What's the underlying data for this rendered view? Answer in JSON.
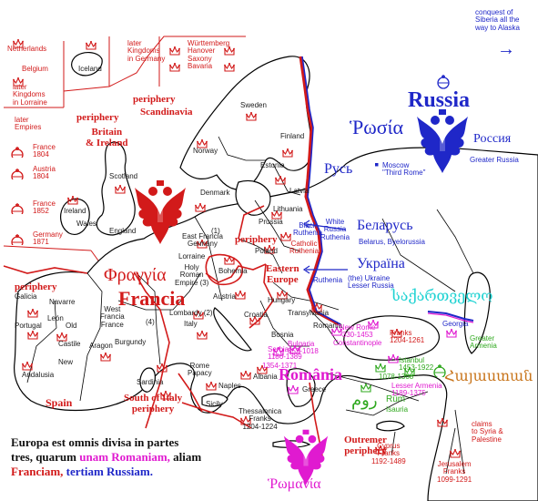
{
  "colors": {
    "francia": "#d21a1a",
    "russia": "#1f27c8",
    "romania": "#e01ad0",
    "islam": "#2fa81e",
    "armenia": "#c8741a",
    "georgia": "#1ed2d2",
    "border": "#000000",
    "region_border": "#d21a1a"
  },
  "top_right_note": {
    "line1": "conquest of",
    "line2": "Siberia all the",
    "line3": "way to Alaska",
    "arrow": "→"
  },
  "west_list": {
    "netherlands": [
      "Netherlands",
      "Belgium"
    ],
    "later_kingdoms_lorraine": [
      "later",
      "Kingdoms",
      "in Lorraine"
    ],
    "later_empires": [
      "later",
      "Empires"
    ],
    "france_1804": [
      "France",
      "1804"
    ],
    "austria_1804": [
      "Austria",
      "1804"
    ],
    "france_1852": [
      "France",
      "1852"
    ],
    "germany_1871": [
      "Germany",
      "1871"
    ]
  },
  "germany_box": {
    "left": [
      "later",
      "Kingdoms",
      "in Germany"
    ],
    "right": [
      "Württemberg",
      "Hanover",
      "Saxony",
      "Bavaria"
    ]
  },
  "countries": {
    "iceland": "Iceland",
    "sweden": "Sweden",
    "finland": "Finland",
    "norway": "Norway",
    "estonia": "Estonia",
    "latvia": "Latvia",
    "lithuania": "Lithuania",
    "prussia": "Prussia",
    "denmark": "Denmark",
    "scotland": "Scotland",
    "ireland": "Ireland",
    "wales": "Wales",
    "england": "England",
    "lorraine": "Lorraine",
    "east_francia": [
      "East Francia",
      "Germany"
    ],
    "east_francia_num": "(1)",
    "poland": "Poland",
    "bohemia": "Bohemia",
    "holy_roman": [
      "Holy",
      "Roman",
      "Empire (3)"
    ],
    "austria": "Austria",
    "hungary": "Hungary",
    "croatia": "Croatia",
    "transylvania": "Transylvania",
    "romania": "Romania",
    "bosnia": "Bosnia",
    "serbia": [
      "Serbia",
      "1186-1389"
    ],
    "bulgaria": [
      "Bulgaria",
      "852-1018"
    ],
    "bulgaria2": [
      "1354-1371"
    ],
    "albania": "Albania",
    "naples": "Naples",
    "thessalonica": [
      "Thessalonica",
      "Franks",
      "1204-1224"
    ],
    "greece": "Greece",
    "galicia": "Galicia",
    "navarre": "Navarre",
    "leon": "León",
    "portugal": "Portugal",
    "old": "Old",
    "castile": "Castile",
    "aragon": "Aragon",
    "new": "New",
    "andalusia": "Andalusia",
    "west_francia": [
      "West",
      "Francia",
      "France"
    ],
    "num4": "(4)",
    "lombardy": "Lombardy (2)",
    "italy": "Italy",
    "burgundy": "Burgundy",
    "sardinia": "Sardinia",
    "rome": [
      "Rome",
      "Papacy"
    ],
    "sicily": "Sicily",
    "black_ruthenia": [
      "Black",
      "Ruthenia"
    ],
    "white_russia": [
      "White",
      "Russia",
      "Ruthenia"
    ],
    "catholic_ruthenia": [
      "Catholic",
      "Ruthenia"
    ],
    "ruthenia_low": "Ruthenia",
    "belarus_en": "Belarus, Byelorussia",
    "ukraine_en": [
      "(the) Ukraine",
      "Lesser Russia"
    ],
    "greater_russia": "Greater Russia",
    "moscow": [
      "Moscow",
      "\"Third Rome\""
    ],
    "new_rome": [
      "\"New Rome\"",
      "330-1453",
      "Constantinople"
    ],
    "franks_1204": [
      "Franks",
      "1204-1261"
    ],
    "istanbul": [
      "Istanbul",
      "1453-1922"
    ],
    "rum_dates": "1078-1308",
    "isauria": "Isauria",
    "lesser_armenia": [
      "Lesser Armenia",
      "1189-1375"
    ],
    "greater_armenia": [
      "Greater",
      "Armenia"
    ],
    "georgia": "Georgia",
    "cyprus": [
      "Cyprus",
      "Franks",
      "1192-1489"
    ],
    "jerusalem": [
      "Jerusalem",
      "Franks",
      "1099-1291"
    ],
    "claims": [
      "claims",
      "to Syria &",
      "Palestine"
    ]
  },
  "big_labels": {
    "russia": "Russia",
    "rosia_greek": "Ῥωσία",
    "rossiya": "Россия",
    "rus": "Русь",
    "belarus_native": "Беларусь",
    "ukraina": "Україна",
    "francia": "Francia",
    "frangia_greek": "Φραγγία",
    "romania": "România",
    "romania_greek": "Ῥωμανία",
    "rum_arabic": "روم",
    "rum": "Rûm",
    "georgian": "საქართველო",
    "armenian": "Հայաստան",
    "scandinavia": "Scandinavia",
    "britain": [
      "Britain",
      "& Ireland"
    ],
    "spain": "Spain",
    "south_italy": [
      "South of Italy",
      "periphery"
    ],
    "eastern_europe": [
      "Eastern",
      "Europe"
    ],
    "outremer": [
      "Outremer",
      "periphery"
    ],
    "periphery": "periphery"
  },
  "quote": {
    "line1": "Europa est omnis divisa in partes",
    "line2_a": "tres, quarum ",
    "line2_b": "unam Romaniam,",
    "line2_c": " aliam",
    "line3_a": "Franciam,",
    "line3_b": " tertiam Russiam."
  },
  "icons": {
    "crown": "crown-icon",
    "eagle": "double-headed-eagle-icon",
    "orb": "orb-icon"
  }
}
